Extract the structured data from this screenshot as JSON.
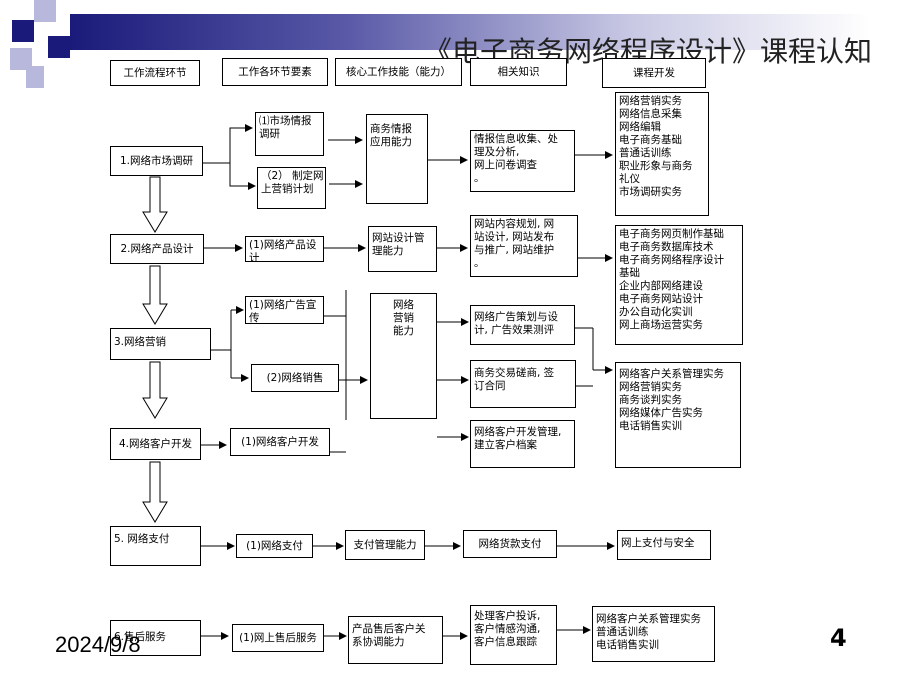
{
  "title": "《电子商务网络程序设计》课程认知",
  "footer": {
    "date": "2024/9/8",
    "page": "4"
  },
  "headers": [
    "工作流程环节",
    "工作各环节要素",
    "核心工作技能（能力）",
    "相关知识",
    "课程开发"
  ],
  "stages": [
    "1.网络市场调研",
    "2.网络产品设计",
    "3.网络营销",
    "4.网络客户开发",
    "5. 网络支付",
    "6.售后服务"
  ],
  "elements": [
    [
      "⑴市场情报",
      "调研"
    ],
    [
      "（2） 制定网",
      "上营销计划"
    ],
    [
      "(1)网络产品设",
      "计"
    ],
    [
      "(1)网络广告宣",
      "传"
    ],
    [
      "(2)网络销售"
    ],
    [
      "(1)网络客户开发"
    ],
    [
      "(1)网络支付"
    ],
    [
      "(1)网上售后服务"
    ]
  ],
  "skills": [
    [
      "商务情报",
      "应用能力"
    ],
    [
      "网站设计管",
      "理能力"
    ],
    [
      "网络",
      "营销",
      "能力"
    ],
    [
      "支付管理能力"
    ],
    [
      "产品售后客户关",
      "系协调能力"
    ]
  ],
  "knowledge": [
    [
      "情报信息收集、处",
      "理及分析,",
      "网上问卷调查",
      "。"
    ],
    [
      "网站内容规划, 网",
      "站设计, 网站发布",
      "与推广, 网站维护",
      "。"
    ],
    [
      "网络广告策划与设",
      "计, 广告效果测评"
    ],
    [
      "商务交易磋商, 签",
      "订合同"
    ],
    [
      "网络客户开发管理,",
      "建立客户档案"
    ],
    [
      "网络货款支付"
    ],
    [
      "处理客户投诉,",
      "客户情感沟通,",
      "客户信息跟踪"
    ]
  ],
  "courses": [
    [
      "网络营销实务",
      "网络信息采集",
      "网络编辑",
      "电子商务基础",
      "普通话训练",
      "职业形象与商务",
      "礼仪",
      "市场调研实务"
    ],
    [
      "电子商务网页制作基础",
      "电子商务数据库技术",
      "电子商务网络程序设计",
      "基础",
      "企业内部网络建设",
      "电子商务网站设计",
      "办公自动化实训",
      "网上商场运营实务"
    ],
    [
      "网络客户关系管理实务",
      "网络营销实务",
      "商务谈判实务",
      "网络媒体广告实务",
      "电话销售实训"
    ],
    [
      "网上支付与安全"
    ],
    [
      "网络客户关系管理实务",
      "普通话训练",
      "电话销售实训"
    ]
  ]
}
